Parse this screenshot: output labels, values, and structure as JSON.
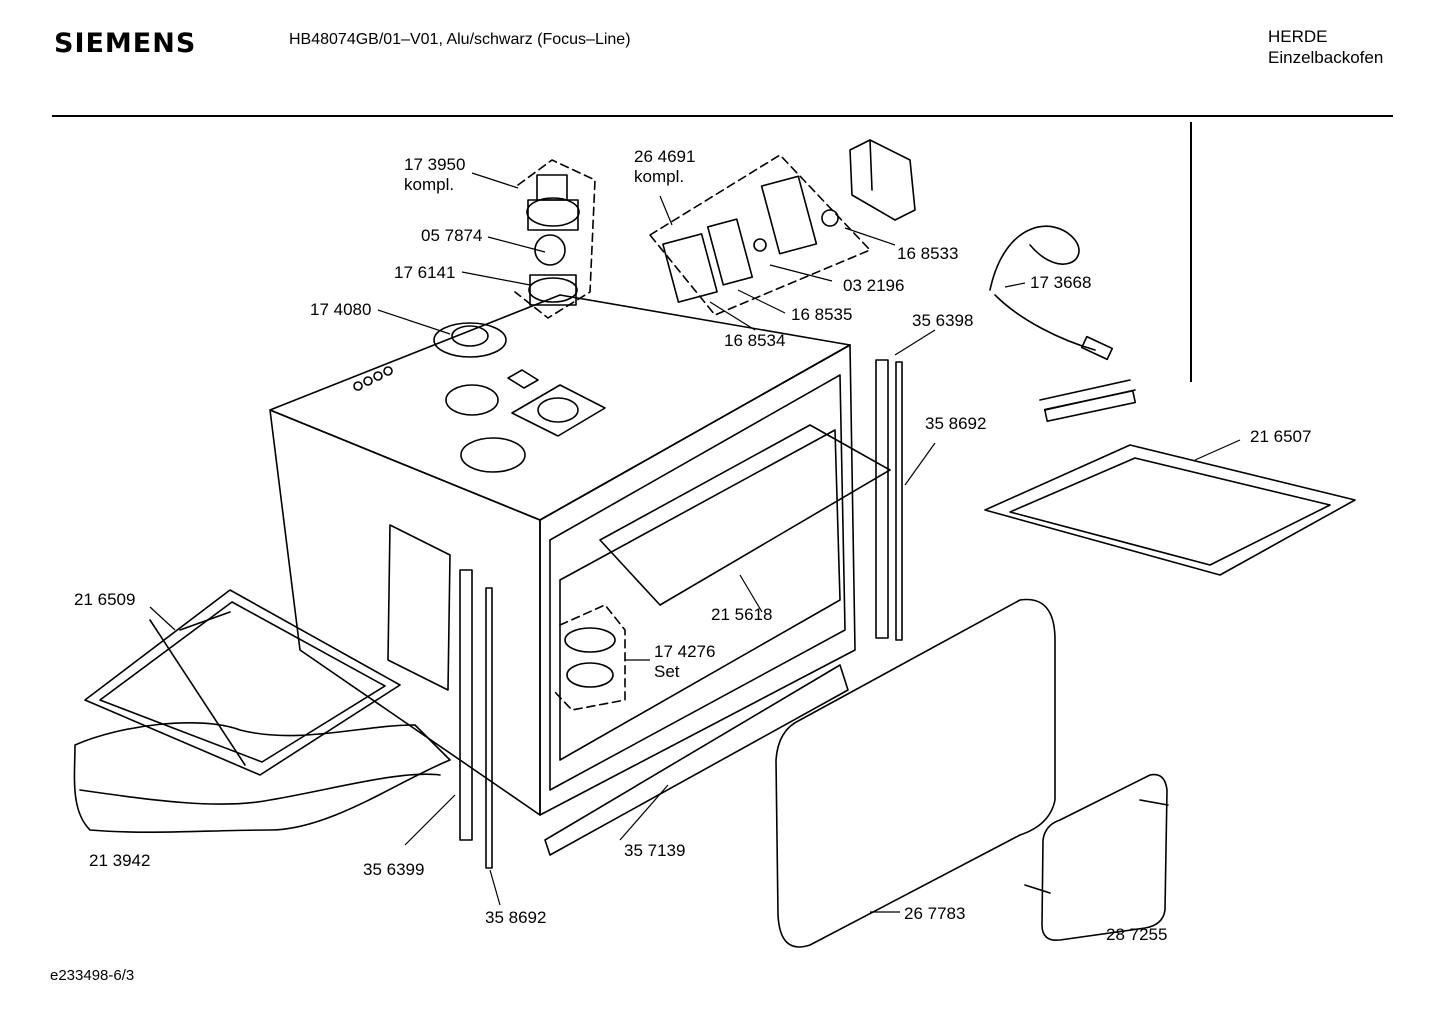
{
  "header": {
    "brand": "SIEMENS",
    "model": "HB48074GB/01–V01, Alu/schwarz (Focus–Line)",
    "category_line1": "HERDE",
    "category_line2": "Einzelbackofen"
  },
  "footer": {
    "code": "e233498-6/3"
  },
  "parts": [
    {
      "id": "p173950",
      "lines": [
        "17 3950",
        "kompl."
      ]
    },
    {
      "id": "p264691",
      "lines": [
        "26 4691",
        "kompl."
      ]
    },
    {
      "id": "p057874",
      "lines": [
        "05 7874"
      ]
    },
    {
      "id": "p176141",
      "lines": [
        "17 6141"
      ]
    },
    {
      "id": "p174080",
      "lines": [
        "17 4080"
      ]
    },
    {
      "id": "p168533",
      "lines": [
        "16 8533"
      ]
    },
    {
      "id": "p032196",
      "lines": [
        "03 2196"
      ]
    },
    {
      "id": "p168535",
      "lines": [
        "16 8535"
      ]
    },
    {
      "id": "p168534",
      "lines": [
        "16 8534"
      ]
    },
    {
      "id": "p173668",
      "lines": [
        "17 3668"
      ]
    },
    {
      "id": "p356398",
      "lines": [
        "35 6398"
      ]
    },
    {
      "id": "p358692a",
      "lines": [
        "35 8692"
      ]
    },
    {
      "id": "p216507",
      "lines": [
        "21 6507"
      ]
    },
    {
      "id": "p216509",
      "lines": [
        "21 6509"
      ]
    },
    {
      "id": "p215618",
      "lines": [
        "21 5618"
      ]
    },
    {
      "id": "p174276",
      "lines": [
        "17 4276",
        "Set"
      ]
    },
    {
      "id": "p213942",
      "lines": [
        "21 3942"
      ]
    },
    {
      "id": "p356399",
      "lines": [
        "35 6399"
      ]
    },
    {
      "id": "p357139",
      "lines": [
        "35 7139"
      ]
    },
    {
      "id": "p358692b",
      "lines": [
        "35 8692"
      ]
    },
    {
      "id": "p267783",
      "lines": [
        "26 7783"
      ]
    },
    {
      "id": "p287255",
      "lines": [
        "28 7255"
      ]
    }
  ]
}
